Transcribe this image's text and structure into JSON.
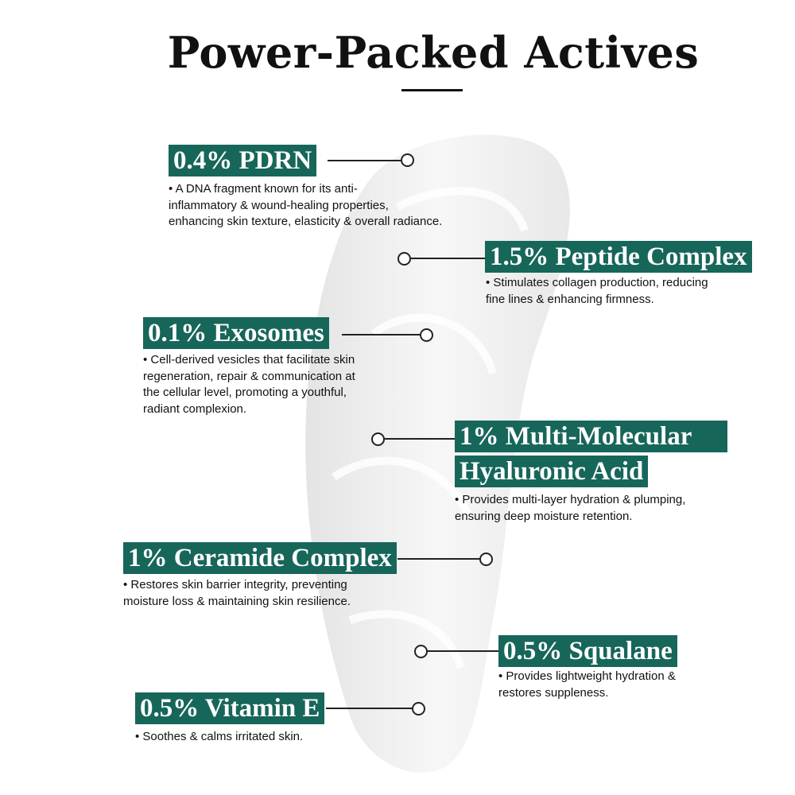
{
  "title": "Power-Packed Actives",
  "brand_color": "#17665a",
  "actives": [
    {
      "label": "0.4% PDRN",
      "desc": [
        "• A DNA fragment known for its anti-",
        "inflammatory & wound-healing properties,",
        "enhancing skin texture, elasticity & overall radiance."
      ]
    },
    {
      "label": "1.5% Peptide Complex",
      "desc": [
        "• Stimulates collagen production, reducing",
        "fine lines & enhancing firmness."
      ]
    },
    {
      "label": "0.1% Exosomes",
      "desc": [
        "• Cell-derived vesicles that facilitate skin",
        "regeneration, repair & communication at",
        "the cellular level, promoting a youthful,",
        "radiant complexion."
      ]
    },
    {
      "label": "1% Multi-Molecular",
      "label2": "Hyaluronic Acid",
      "desc": [
        "• Provides multi-layer hydration & plumping,",
        "ensuring deep moisture retention."
      ]
    },
    {
      "label": "1% Ceramide Complex",
      "desc": [
        "• Restores skin barrier integrity, preventing",
        "moisture loss & maintaining skin resilience."
      ]
    },
    {
      "label": "0.5% Squalane",
      "desc": [
        "• Provides lightweight hydration &",
        "restores suppleness."
      ]
    },
    {
      "label": "0.5% Vitamin E",
      "desc": [
        "• Soothes & calms irritated skin."
      ]
    }
  ]
}
